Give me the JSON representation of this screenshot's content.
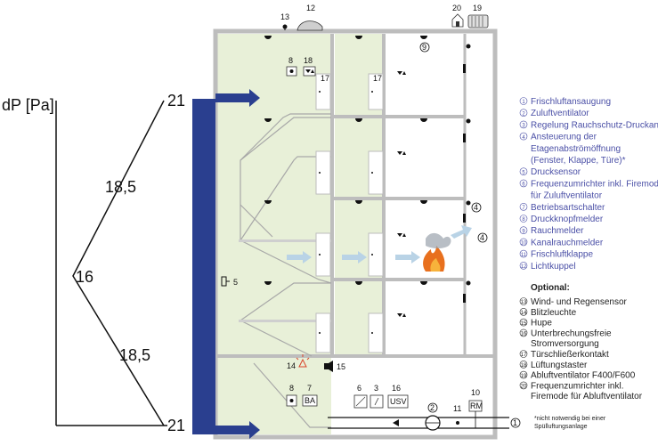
{
  "pressure_axis": {
    "title": "dP [Pa]",
    "top_value": "21",
    "upper_slope": "18,5",
    "middle_value": "16",
    "lower_slope": "18,5",
    "bottom_value": "21"
  },
  "callouts": {
    "n1": "1",
    "n2": "2",
    "n3": "3",
    "n4a": "4",
    "n4b": "4",
    "n5": "5",
    "n6": "6",
    "n7": "7",
    "n8a": "8",
    "n8b": "8",
    "n9": "9",
    "n10": "10",
    "n11": "11",
    "n12": "12",
    "n13": "13",
    "n14": "14",
    "n15": "15",
    "n16": "16",
    "n17a": "17",
    "n17b": "17",
    "n18": "18",
    "n19": "19",
    "n20": "20",
    "ba": "BA",
    "usv": "USV",
    "rm": "RM"
  },
  "legend": [
    {
      "num": "1",
      "label": "Frischluftansaugung"
    },
    {
      "num": "2",
      "label": "Zuluftventilator"
    },
    {
      "num": "3",
      "label": "Regelung Rauchschutz-Druckanlage"
    },
    {
      "num": "4",
      "label": "Ansteuerung der"
    },
    {
      "num": "",
      "label": "Etagenabströmöffnung"
    },
    {
      "num": "",
      "label": "(Fenster, Klappe, Türe)*"
    },
    {
      "num": "5",
      "label": "Drucksensor"
    },
    {
      "num": "6",
      "label": "Frequenzumrichter inkl. Firemode"
    },
    {
      "num": "",
      "label": "für Zuluftventilator"
    },
    {
      "num": "7",
      "label": "Betriebsartschalter"
    },
    {
      "num": "8",
      "label": "Druckknopfmelder"
    },
    {
      "num": "9",
      "label": "Rauchmelder"
    },
    {
      "num": "10",
      "label": "Kanalrauchmelder"
    },
    {
      "num": "11",
      "label": "Frischluftklappe"
    },
    {
      "num": "12",
      "label": "Lichtkuppel"
    }
  ],
  "optional": {
    "title": "Optional:",
    "items": [
      {
        "num": "13",
        "label": "Wind- und Regensensor"
      },
      {
        "num": "14",
        "label": "Blitzleuchte"
      },
      {
        "num": "15",
        "label": "Hupe"
      },
      {
        "num": "16",
        "label": "Unterbrechungsfreie"
      },
      {
        "num": "",
        "label": "Stromversorgung"
      },
      {
        "num": "17",
        "label": "Türschließerkontakt"
      },
      {
        "num": "18",
        "label": "Lüftungstaster"
      },
      {
        "num": "19",
        "label": "Abluftventilator F400/F600"
      },
      {
        "num": "20",
        "label": "Frequenzumrichter inkl."
      },
      {
        "num": "",
        "label": "Firemode für Abluftventilator"
      }
    ]
  },
  "footnote": [
    "*nicht notwendig bei einer",
    "Spülluftungsanlage"
  ],
  "colors": {
    "stair_fill": "#e8f0d8",
    "wall": "#bdbdbd",
    "pressure_bar": "#2a3f8f",
    "legend_text": "#4a4fa6",
    "air_arrow": "#b9d3e6",
    "fire": "#e8701e"
  }
}
